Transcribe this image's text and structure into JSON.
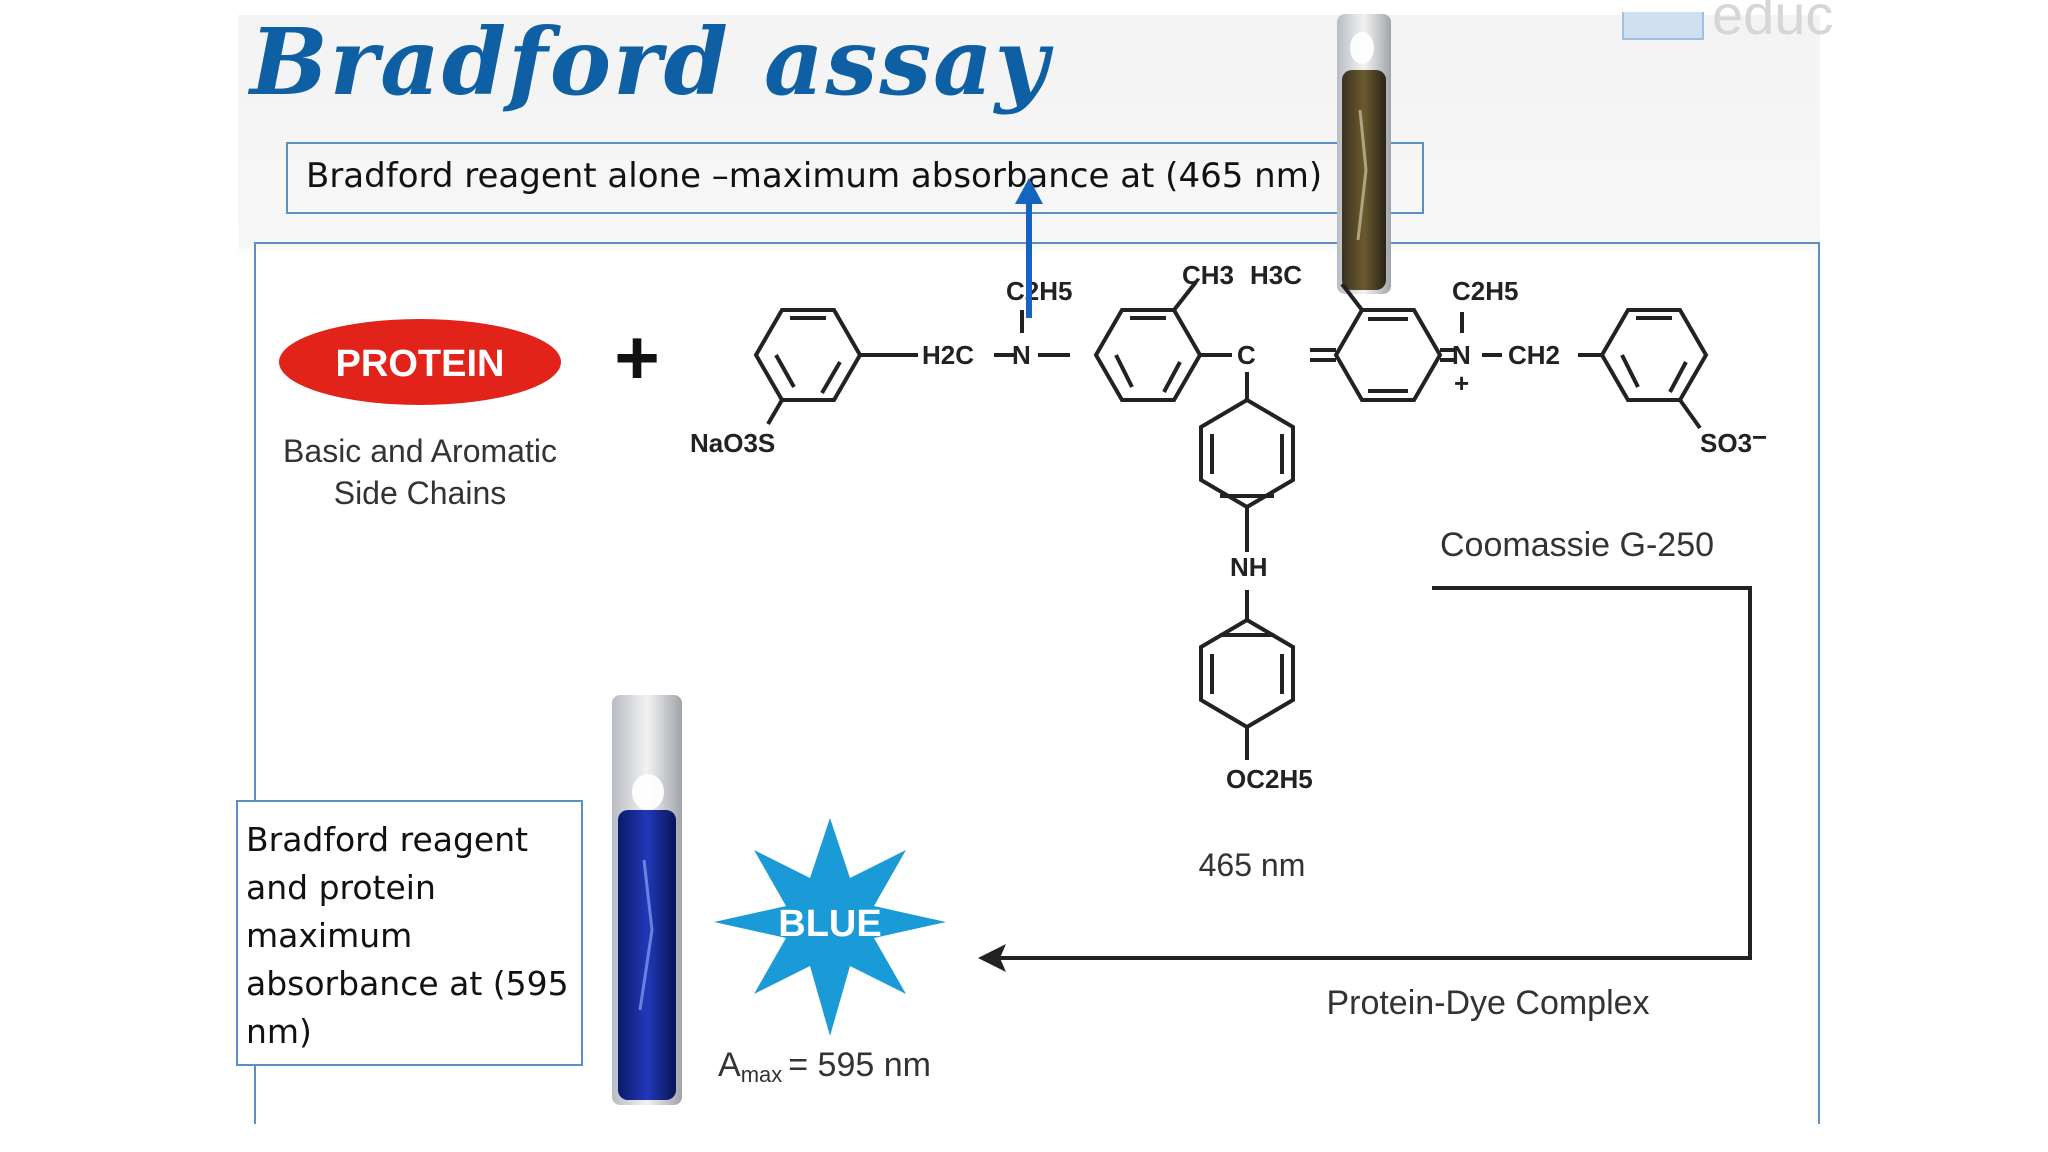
{
  "title": "Bradford assay",
  "reagent_box": "Bradford reagent alone –maximum absorbance at (465 nm)",
  "complex_box": "Bradford reagent and protein maximum absorbance at (595 nm)",
  "protein_badge": "PROTEIN",
  "plus_sign": "+",
  "protein_caption_line1": "Basic and Aromatic",
  "protein_caption_line2": "Side Chains",
  "dye_name": "Coomassie G-250",
  "dye_wavelength": "465 nm",
  "complex_name": "Protein-Dye Complex",
  "blue_burst": "BLUE",
  "amax_prefix": "A",
  "amax_sub": "max",
  "amax_value": "= 595 nm",
  "colors": {
    "title": "#0f5fa4",
    "protein_badge": "#e2231a",
    "blue_burst": "#1a9bd7",
    "arrow": "#1565c0",
    "box_border": "#5b8fc6"
  },
  "structure": {
    "nao3s": "NaO3S",
    "h2c": "H2C",
    "n_left": "N",
    "c2h5_left": "C2H5",
    "ch3": "CH3",
    "h3c": "H3C",
    "c_center": "C",
    "n_right": "N",
    "plus_charge": "+",
    "c2h5_right": "C2H5",
    "ch2": "CH2",
    "so3": "SO3",
    "minus_charge": "−",
    "nh": "NH",
    "oc2h5": "OC2H5"
  },
  "icons": [
    "test-tube-brown",
    "test-tube-blue",
    "blue-starburst",
    "arrow-up-icon",
    "arrow-left-icon"
  ]
}
